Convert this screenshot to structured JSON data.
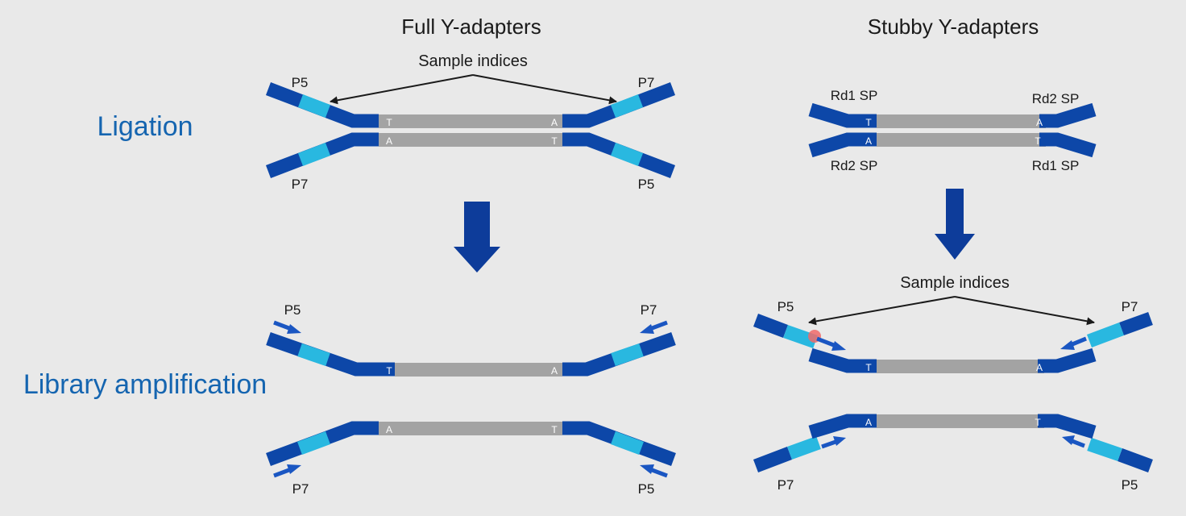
{
  "titles": {
    "full": "Full Y-adapters",
    "stubby": "Stubby Y-adapters"
  },
  "row_labels": {
    "ligation": "Ligation",
    "amplification": "Library amplification"
  },
  "sample_indices": "Sample indices",
  "adapters": {
    "p5": "P5",
    "p7": "P7"
  },
  "primers": {
    "rd1": "Rd1 SP",
    "rd2": "Rd2 SP"
  },
  "bases": {
    "t": "T",
    "a": "A"
  },
  "colors": {
    "background": "#e9e9e9",
    "adapter_dark": "#0d47a8",
    "index_light": "#29b8e0",
    "insert_gray": "#a3a3a3",
    "big_arrow": "#0d3c9a",
    "label_blue": "#1565b0",
    "text": "#1a1a1a",
    "primer_arrow": "#1a56c2"
  },
  "icons": {
    "down_arrow": "down-arrow-icon",
    "primer": "primer-arrow-icon",
    "double_arrow": "double-headed-arrow-icon"
  }
}
